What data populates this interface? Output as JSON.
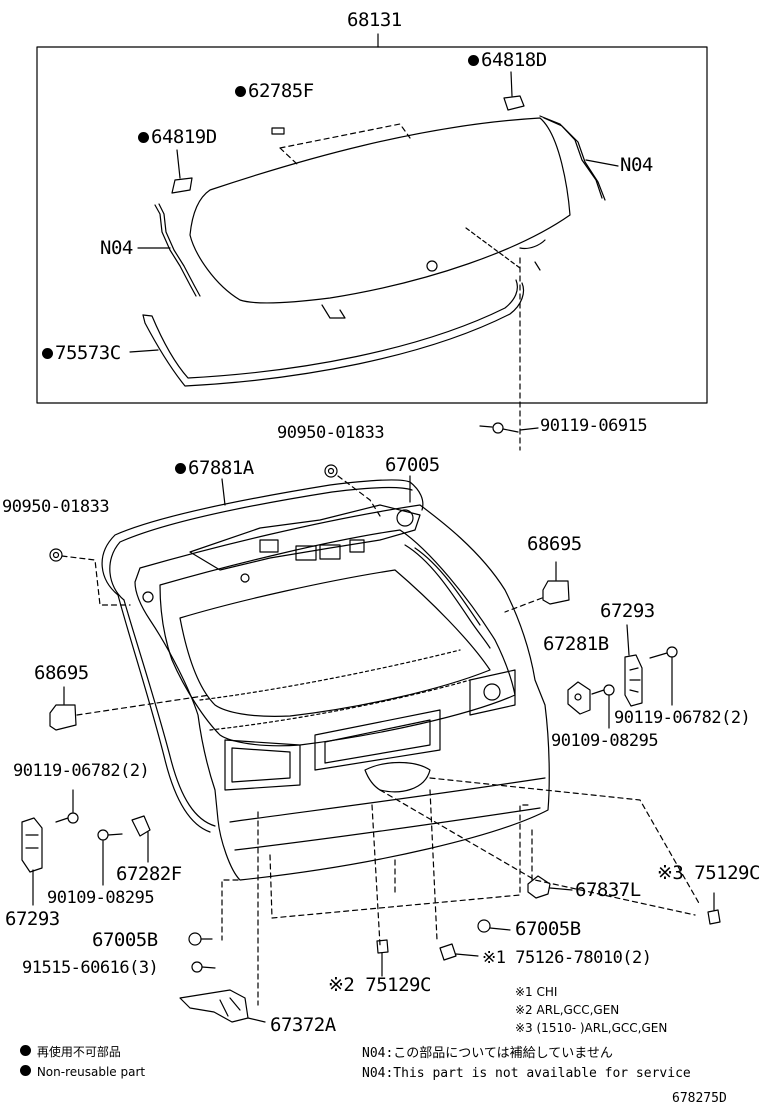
{
  "labels": {
    "p68131": "68131",
    "p64818D": "64818D",
    "p62785F": "62785F",
    "p64819D": "64819D",
    "n04_right": "N04",
    "n04_left": "N04",
    "p75573C": "75573C",
    "p90119_06915": "90119-06915",
    "p90950_top": "90950-01833",
    "p67881A": "67881A",
    "p67005": "67005",
    "p90950_left": "90950-01833",
    "p68695_right": "68695",
    "p67293_right": "67293",
    "p67281B": "67281B",
    "p68695_left": "68695",
    "p90119_06782_right": "90119-06782(2)",
    "p90109_08295_right": "90109-08295",
    "p90119_06782_left": "90119-06782(2)",
    "p67282F": "67282F",
    "p90109_08295_left": "90109-08295",
    "p67293_left": "67293",
    "p75129C_right": "※3 75129C",
    "p67837L": "67837L",
    "p67005B_right": "67005B",
    "p67005B_left": "67005B",
    "p91515": "91515-60616(3)",
    "p75126": "※1 75126-78010(2)",
    "p75129C_bottom": "※2 75129C",
    "p67372A": "67372A"
  },
  "footnotes": {
    "n1": "※1 CHI",
    "n2": "※2 ARL,GCC,GEN",
    "n3": "※3 (1510-       )ARL,GCC,GEN"
  },
  "legend": {
    "ja": "再使用不可部品",
    "en": "Non-reusable part"
  },
  "n04_note": {
    "ja": "N04:この部品については補給していません",
    "en": "N04:This part is not available for service"
  },
  "diagram_id": "678275D"
}
